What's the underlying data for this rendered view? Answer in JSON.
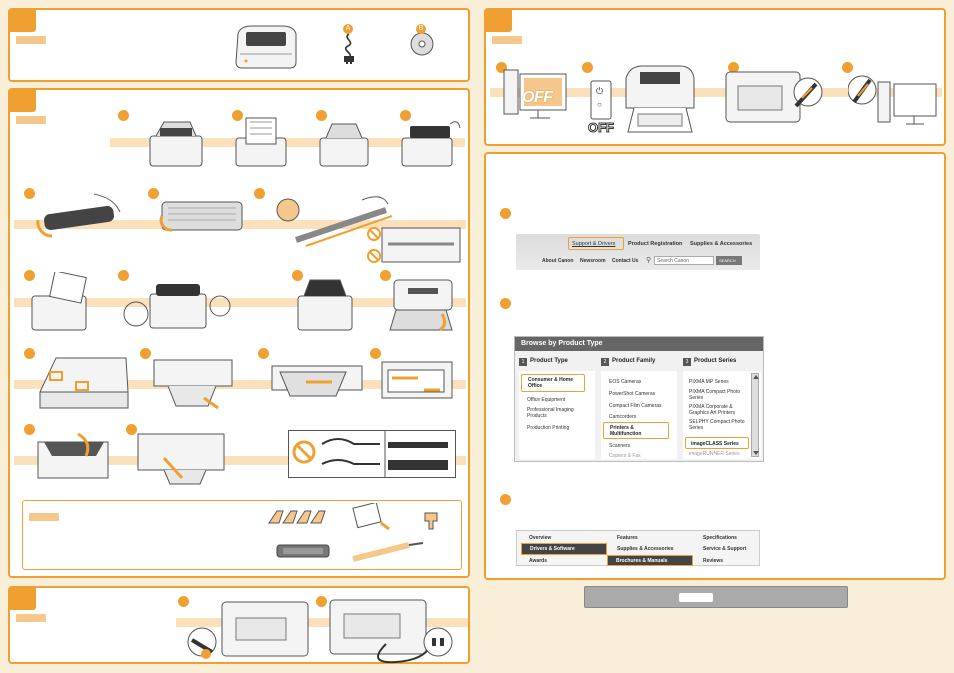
{
  "nav_bar": {
    "support": "Support & Drivers",
    "registration": "Product Registration",
    "supplies": "Supplies & Accessories",
    "about": "About Canon",
    "newsroom": "Newsroom",
    "contact": "Contact Us",
    "search_placeholder": "Search Canon",
    "search_button": "SEARCH"
  },
  "browse": {
    "title": "Browse by Product Type",
    "col1": {
      "num": "1",
      "header": "Product Type",
      "items": [
        "Consumer & Home Office",
        "Office Equipment",
        "Professional Imaging Products",
        "Production Printing"
      ]
    },
    "col2": {
      "num": "2",
      "header": "Product Family",
      "items": [
        "EOS Cameras",
        "PowerShot Cameras",
        "Compact Film Cameras",
        "Camcorders",
        "Printers & Multifunction",
        "Scanners",
        "Copiers & Fax"
      ]
    },
    "col3": {
      "num": "3",
      "header": "Product Series",
      "items": [
        "PIXMA MP Series",
        "PIXMA Compact Photo Series",
        "PIXMA Corporate & Graphics Art Printers",
        "SELPHY Compact Photo Series",
        "imageCLASS Series",
        "imageRUNNER Series"
      ]
    }
  },
  "tabs": {
    "overview": "Overview",
    "features": "Features",
    "specifications": "Specifications",
    "drivers": "Drivers & Software",
    "supplies": "Supplies & Accessories",
    "service": "Service & Support",
    "awards": "Awards",
    "brochures": "Brochures & Manuals",
    "reviews": "Reviews"
  },
  "off_label": "OFF",
  "off_label_switch": "OFF",
  "cable_labels": {
    "a": "A",
    "b": "B"
  },
  "power_symbols": {
    "on": "⏻",
    "off": "○"
  },
  "colors": {
    "accent": "#f0a030",
    "band": "#fbe0bc",
    "background": "#f9eed8"
  }
}
